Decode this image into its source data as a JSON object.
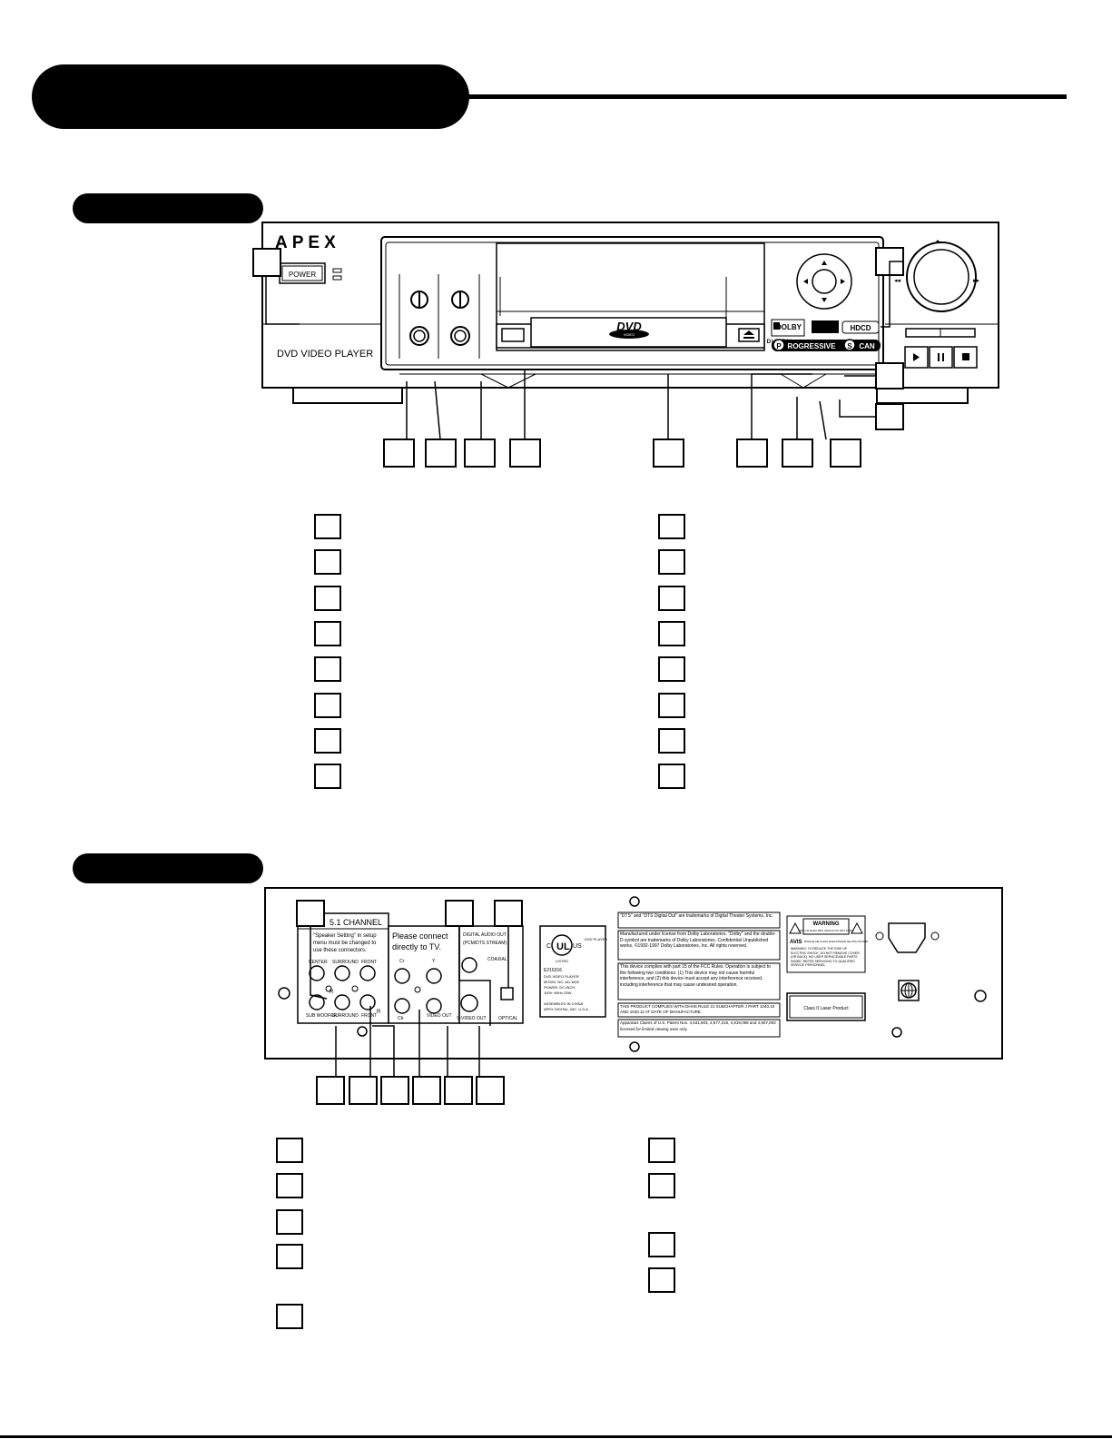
{
  "front": {
    "brand": "APEX",
    "power_label": "POWER",
    "model_label": "DVD VIDEO PLAYER",
    "dvd_logo": "DVD",
    "dvd_sub": "VIDEO",
    "dolby_label": "DOLBY",
    "dolby_sub": "DIGITAL",
    "hdcd_label": "HDCD",
    "progressive_label": "ROGRESSIVE",
    "scan_label": "CAN",
    "p_letter": "P",
    "s_letter": "S"
  },
  "rear": {
    "channel_title": "5.1 CHANNEL",
    "channel_note": "\"Speaker Setting\" in setup menu must be changed to use these connectors.",
    "center": "CENTER",
    "surround": "SURROUND",
    "front": "FRONT",
    "subwoofer": "SUB WOOFER",
    "surround2": "SURROUND",
    "front2": "FRONT",
    "r_label": "R",
    "l_label": "L",
    "connect_note_1": "Please connect",
    "connect_note_2": "directly to TV.",
    "cr": "Cr",
    "y": "Y",
    "cb": "Cb",
    "video_out": "VIDEO OUT",
    "svideo_out": "S-VIDEO OUT",
    "digital_audio_out": "DIGITAL AUDIO OUT",
    "digital_audio_sub": "(PCM/DTS STREAM)",
    "coaxial": "COAXIAL",
    "optical": "OPTICAL",
    "ul_c": "C",
    "ul_us": "US",
    "ul_listed": "LISTED",
    "ul_side": "DVD PLAYER",
    "ul_num": "E216316",
    "ul_lines": [
      "DVD VIDEO PLAYER",
      "MODEL NO. AD-1600",
      "POWER: DC-INCH",
      "100V~60Hz 25W",
      "",
      "ASSEMBLED IN CHINA",
      "APEX DIGITAL, INC. U.S.A."
    ],
    "dts_note": "\"DTS\" and \"DTS Digital Out\" are trademarks of Digital Theater Systems, Inc.",
    "dolby_note": "Manufactured under license from Dolby Laboratories. \"Dolby\" and the double-D symbol are trademarks of Dolby Laboratories. Confidential Unpublished works. ©1992-1997 Dolby Laboratories, Inc. All rights reserved.",
    "fcc_note": "This device complies with part 15 of the FCC Rules. Operation is subject to the following two conditions: (1) This device may not cause harmful interference, and (2) this device must accept any interference received, including interference that may cause undesired operation.",
    "dhhs_note": "THIS PRODUCT COMPLIES WITH DHHS RULE 21 SUBCHAPTER J PART 1040.10 AND 1040.11 AT DATE OF MANUFACTURE.",
    "patent_note": "Apparatus Claims of U.S. Patent Nos. 4,631,603, 4,577,216, 4,819,098 and 4,907,093 licensed for limited viewing uses only.",
    "warning_title": "WARNING",
    "warning_sub": "RISK OF ELECTRIC SHOCK DO NOT OPEN",
    "avis": "AVIS",
    "avis_text": "RISQUE DE CHOC ELECTRIQUE NE PAS OUVRIR",
    "warning_body": "WARNING: TO REDUCE THE RISK OF ELECTRIC SHOCK, DO NOT REMOVE COVER (OR BACK). NO USER SERVICEABLE PARTS INSIDE. REFER SERVICING TO QUALIFIED SERVICE PERSONNEL.",
    "laser": "Class II Laser Product"
  }
}
